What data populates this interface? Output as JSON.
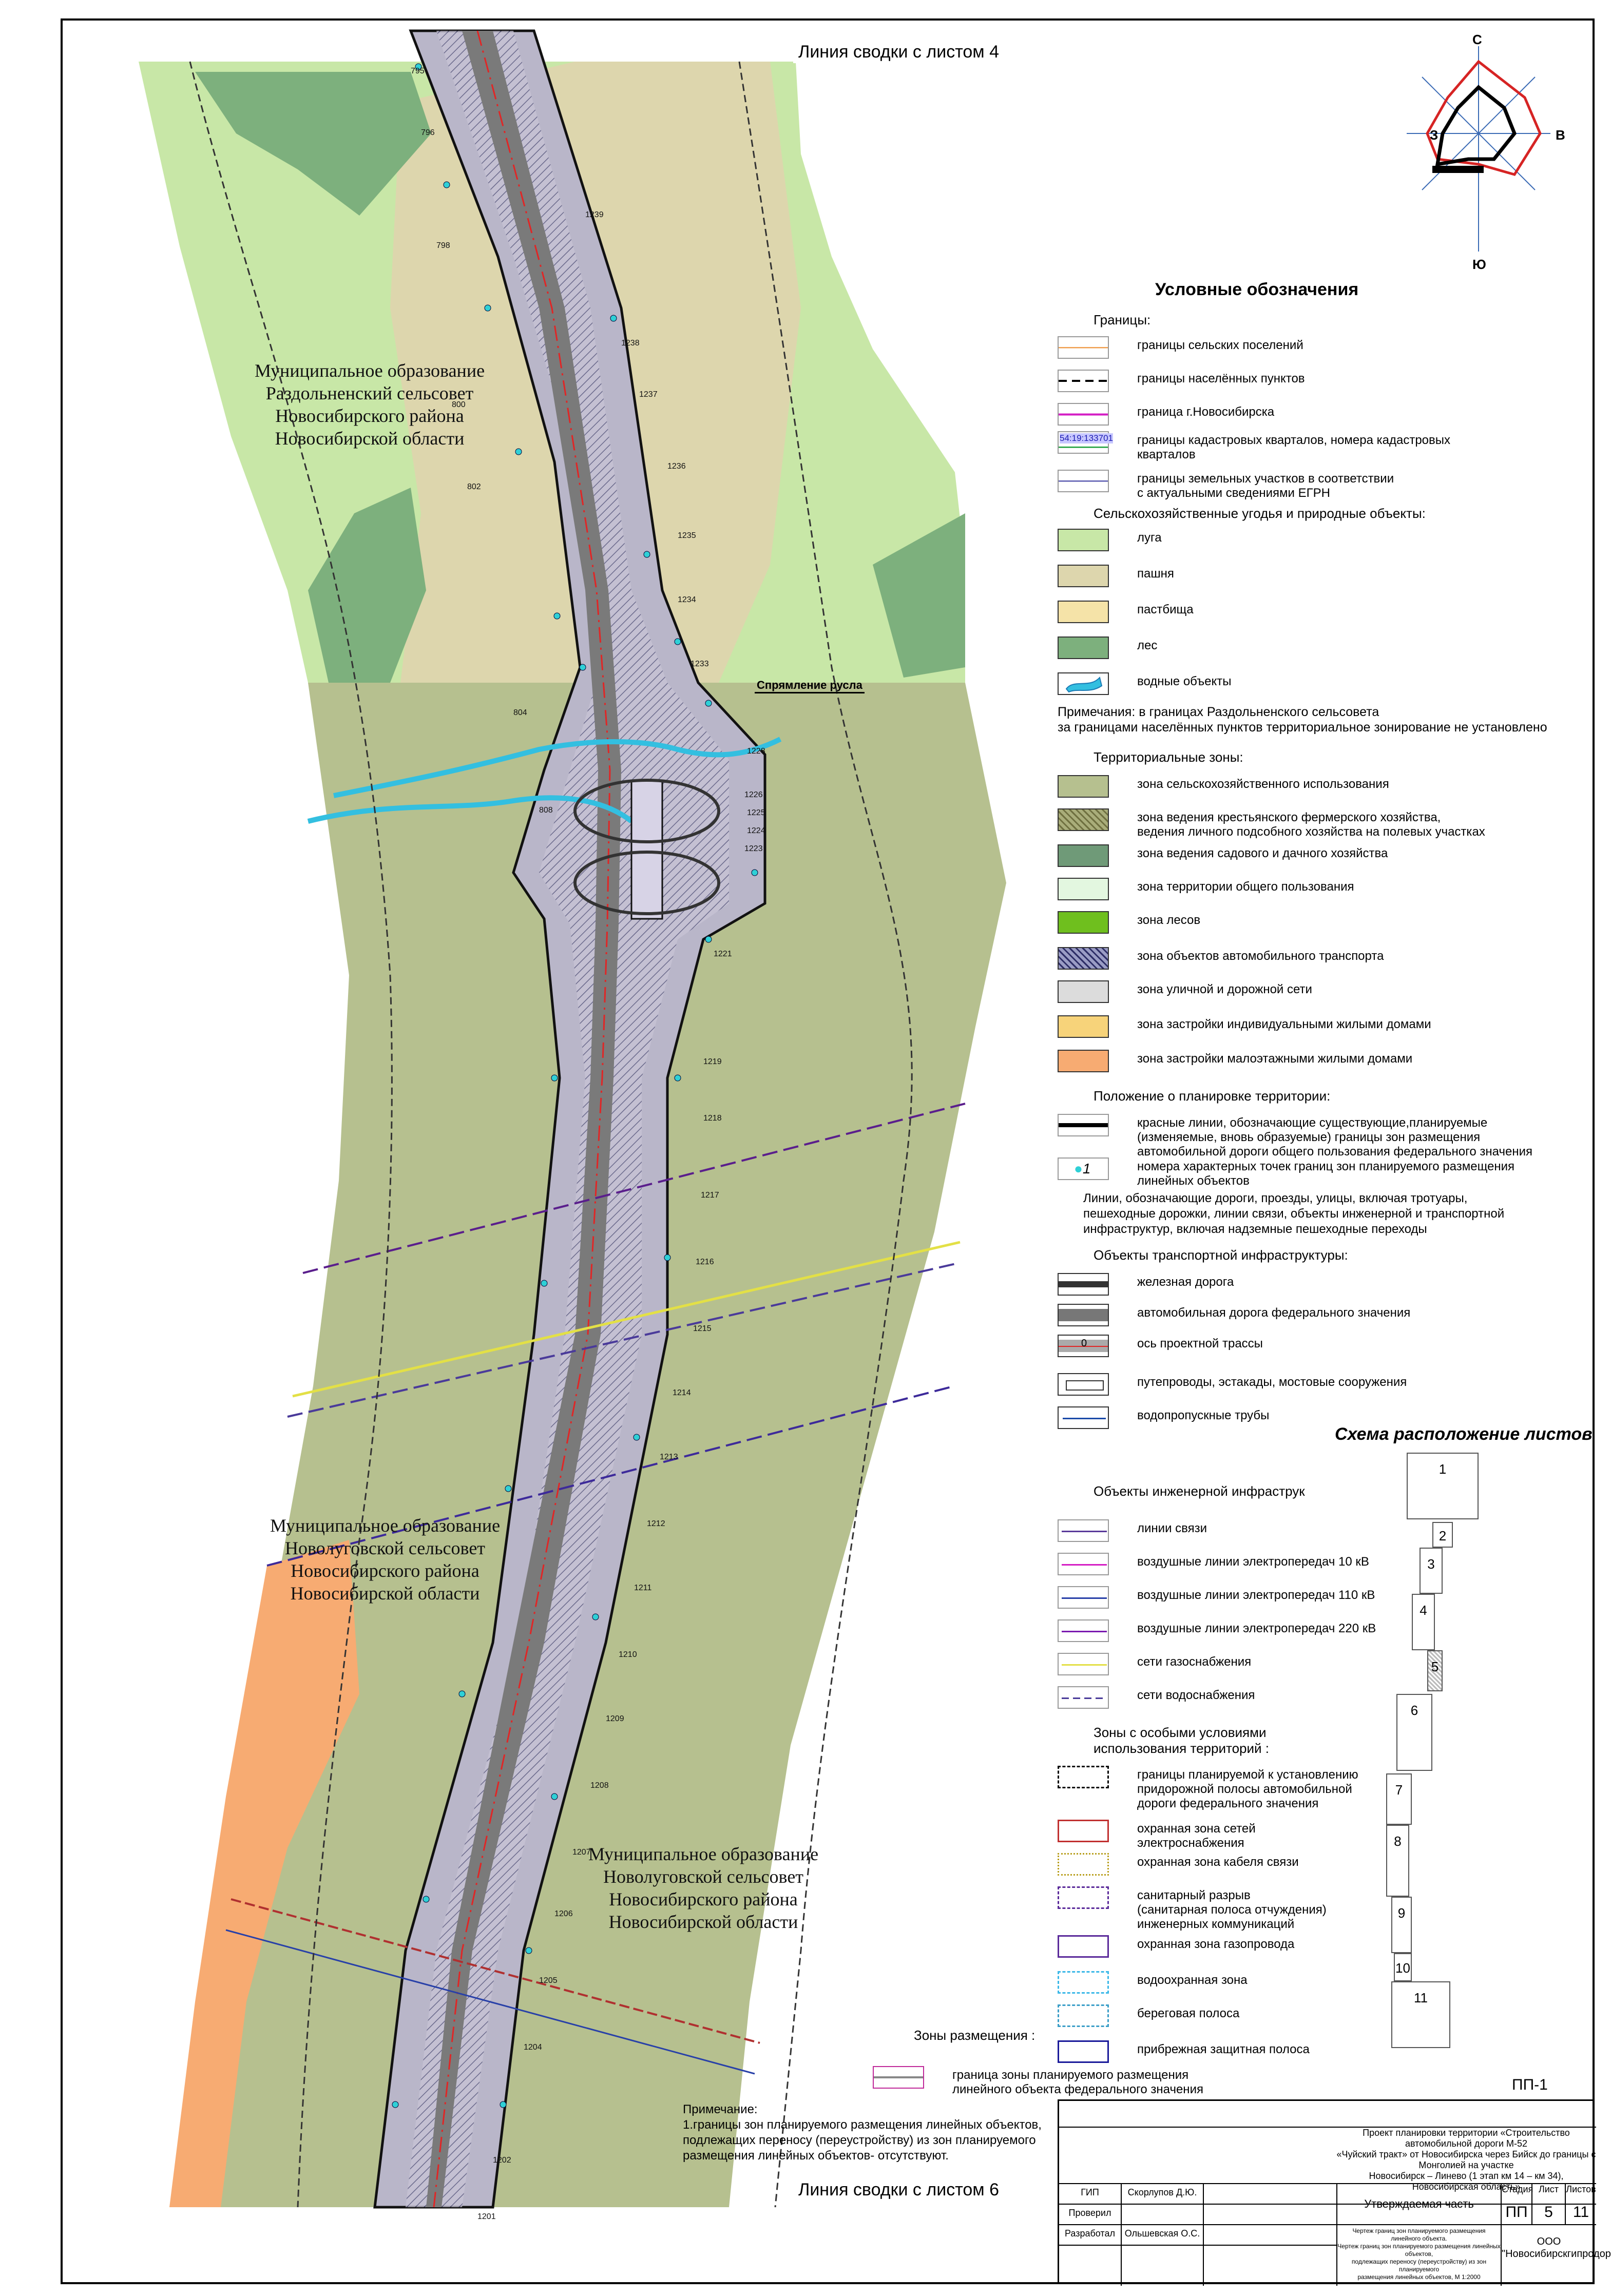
{
  "map": {
    "svodka_top": "Линия сводки с листом 4",
    "svodka_bottom": "Линия сводки с листом 6",
    "mo_razdolnensky": [
      "Муниципальное образование",
      "Раздольненский сельсовет",
      "Новосибирского района",
      "Новосибирской области"
    ],
    "mo_novolugovskoy_1": [
      "Муниципальное образование",
      "Новолуговской сельсовет",
      "Новосибирского района",
      "Новосибирской области"
    ],
    "mo_novolugovskoy_2": [
      "Муниципальное образование",
      "Новолуговской сельсовет",
      "Новосибирского района",
      "Новосибирской области"
    ],
    "callout": "Спрямление русла",
    "pickets": [
      "1239",
      "1238",
      "1237",
      "1236",
      "1235",
      "1234",
      "1233",
      "1228",
      "1226",
      "1225",
      "1224",
      "1223",
      "1221",
      "1219",
      "1218",
      "1217",
      "1216",
      "1215",
      "1214",
      "1213",
      "1212",
      "1211",
      "1210",
      "1209",
      "1208",
      "1207",
      "1206",
      "1205",
      "1204",
      "1202",
      "1201"
    ],
    "left_pickets": [
      "795",
      "796",
      "798",
      "800",
      "802",
      "804",
      "808"
    ],
    "colors": {
      "meadow": "#c8e7a7",
      "arable": "#ddd6ad",
      "forest": "#7db07d",
      "agri_zone": "#b6c08f",
      "low_rise": "#f7ab72",
      "road_zone": "#b7b2c8",
      "road": "#7b7b7b",
      "water": "#33bfe0",
      "red_line": "#111111"
    }
  },
  "compass": {
    "n": "С",
    "s": "Ю",
    "w": "З",
    "e": "В"
  },
  "legend": {
    "title": "Условные обозначения",
    "sections": {
      "borders": "Границы:",
      "agri": "Сельскохозяйственные угодья и природные объекты:",
      "zones": "Территориальные зоны:",
      "planning": "Положение о планировке территории:",
      "transport": "Объекты транспортной инфраструктуры:",
      "engineering": "Объекты инженерной инфраструк",
      "special": "Зоны с особыми условиями\nиспользования территорий :",
      "placement": "Зоны размещения :"
    },
    "borders": [
      "границы сельских поселений",
      "границы населённых пунктов",
      "граница г.Новосибирска",
      "границы кадастровых кварталов, номера кадастровых\nкварталов",
      "границы земельных участков в соответствии\nс актуальными сведениями ЕГРН"
    ],
    "cadastre_sample": "54:19:133701",
    "agri": [
      "луга",
      "пашня",
      "пастбища",
      "лес",
      "водные объекты"
    ],
    "agri_note": "Примечания: в границах Раздольненского сельсовета\nза границами населённых пунктов территориальное зонирование не установлено",
    "zones": [
      "зона сельскохозяйственного использования",
      "зона ведения крестьянского фермерского хозяйства,\nведения личного подсобного хозяйства на полевых участках",
      "зона ведения садового и дачного хозяйства",
      "зона территории общего пользования",
      "зона лесов",
      "зона объектов автомобильного транспорта",
      "зона уличной и дорожной сети",
      "зона застройки индивидуальными жилыми домами",
      "зона застройки малоэтажными жилыми домами"
    ],
    "planning": [
      "красные линии, обозначающие существующие,планируемые\n(изменяемые, вновь образуемые) границы зон размещения\nавтомобильной дороги общего пользования федерального значения",
      "номера характерных точек границ зон планируемого размещения\nлинейных объектов"
    ],
    "point_sample": "1",
    "planning_note": "Линии, обозначающие дороги, проезды, улицы, включая тротуары,\nпешеходные дорожки, линии связи, объекты инженерной и транспортной\nинфраструктур, включая надземные пешеходные переходы",
    "transport": [
      "железная дорога",
      "автомобильная дорога федерального значения",
      "ось проектной трассы",
      "путепроводы, эстакады, мостовые сооружения",
      "водопропускные  трубы"
    ],
    "axis_sample": "0",
    "engineering": [
      "линии связи",
      "воздушные линии электропередач 10 кВ",
      "воздушные линии электропередач 110 кВ",
      "воздушные линии электропередач 220 кВ",
      "сети газоснабжения",
      "сети водоснабжения"
    ],
    "special": [
      "границы планируемой к установлению\nпридорожной полосы автомобильной\nдороги федерального значения",
      "охранная зона сетей\nэлектроснабжения",
      "охранная зона кабеля связи",
      "санитарный разрыв\n(санитарная полоса отчуждения)\nинженерных коммуникаций",
      "охранная зона газопровода",
      "водоохранная зона",
      "береговая полоса",
      "прибрежная защитная полоса"
    ],
    "placement": "граница зоны планируемого размещения\nлинейного объекта федерального значения",
    "final_note": "Примечание:\n1.границы зон планируемого размещения линейных объектов,\nподлежащих переносу (переустройству) из зон планируемого\nразмещения линейных объектов- отсутствуют."
  },
  "schema": {
    "title": "Схема расположение листов",
    "sheets": [
      "1",
      "2",
      "3",
      "4",
      "5",
      "6",
      "7",
      "8",
      "9",
      "10",
      "11"
    ]
  },
  "sheet_code": "ПП-1",
  "stamp": {
    "project": "Проект планировки территории «Строительство автомобильной дороги М-52\n«Чуйский тракт» от Новосибирска через Бийск до границы с Монголией на участке\nНовосибирск – Линево (1 этап км 14 – км 34), Новосибирская область»",
    "roles": [
      {
        "role": "ГИП",
        "name": "Скорлупов Д.Ю."
      },
      {
        "role": "Проверил",
        "name": ""
      },
      {
        "role": "Разработал",
        "name": "Ольшевская О.С."
      }
    ],
    "part": "Утверждаемая часть",
    "stage_label": "Стадия",
    "sheet_label": "Лист",
    "sheets_label": "Листов",
    "stage": "ПП",
    "sheet": "5",
    "sheets": "11",
    "drawing": "Чертеж границ зон планируемого размещения линейного объекта.\nЧертеж границ зон планируемого размещения линейных объектов,\nподлежащих переносу (переустройству) из зон планируемого\nразмещения линейных объектов, М 1:2000",
    "company": "ООО\n\"Новосибирскгипродорнии\""
  }
}
